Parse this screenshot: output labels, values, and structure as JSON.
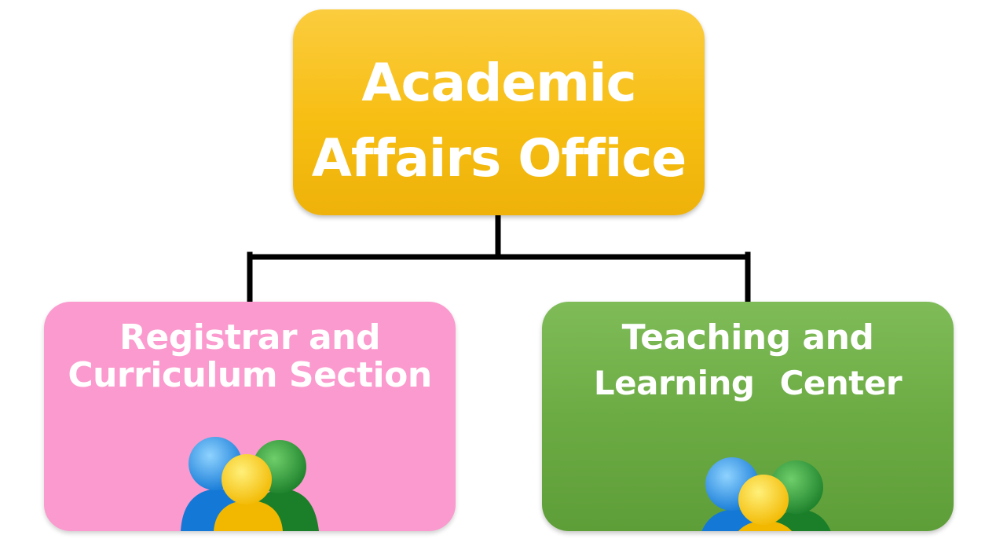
{
  "org_chart": {
    "root": {
      "line1": "Academic",
      "line2": "Affairs Office",
      "color": "#f7be12"
    },
    "children": [
      {
        "line1": "Registrar and",
        "line2": "Curriculum Section",
        "color": "#fb9ace",
        "icon": "people-group-icon"
      },
      {
        "line1": "Teaching and",
        "line2": "Learning Center",
        "color": "#6cab44",
        "icon": "people-group-icon"
      }
    ]
  }
}
